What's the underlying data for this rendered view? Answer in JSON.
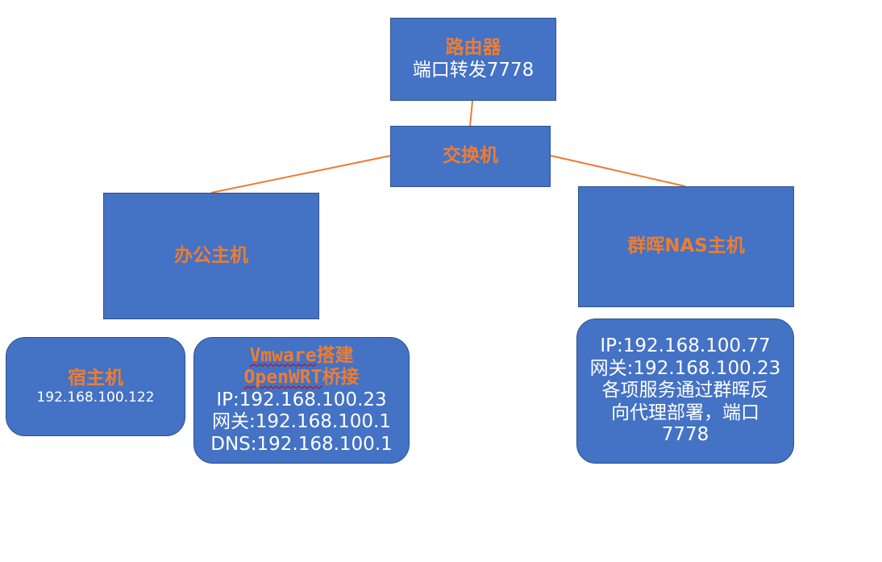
{
  "nodes": {
    "router": {
      "title": "路由器",
      "line1": "端口转发7778"
    },
    "switch": {
      "title": "交换机"
    },
    "office": {
      "title": "办公主机"
    },
    "nas": {
      "title": "群晖NAS主机"
    },
    "host": {
      "title": "宿主机",
      "ip": "192.168.100.122"
    },
    "openwrt": {
      "title1_latin": "Vmware",
      "title1_cjk": "搭建",
      "title2_latin": "OpenWRT",
      "title2_cjk": "桥接",
      "ip": "IP:192.168.100.23",
      "gateway": "网关:192.168.100.1",
      "dns": "DNS:192.168.100.1"
    },
    "nasinfo": {
      "ip": "IP:192.168.100.77",
      "gateway": "网关:192.168.100.23",
      "desc1": "各项服务通过群晖反",
      "desc2": "向代理部署，端口",
      "desc3": "7778"
    }
  },
  "colors": {
    "box_fill": "#4472C4",
    "box_border": "#2F528F",
    "title_text": "#ED7D31",
    "body_text": "#FFFFFF",
    "connector": "#ED7D31"
  }
}
